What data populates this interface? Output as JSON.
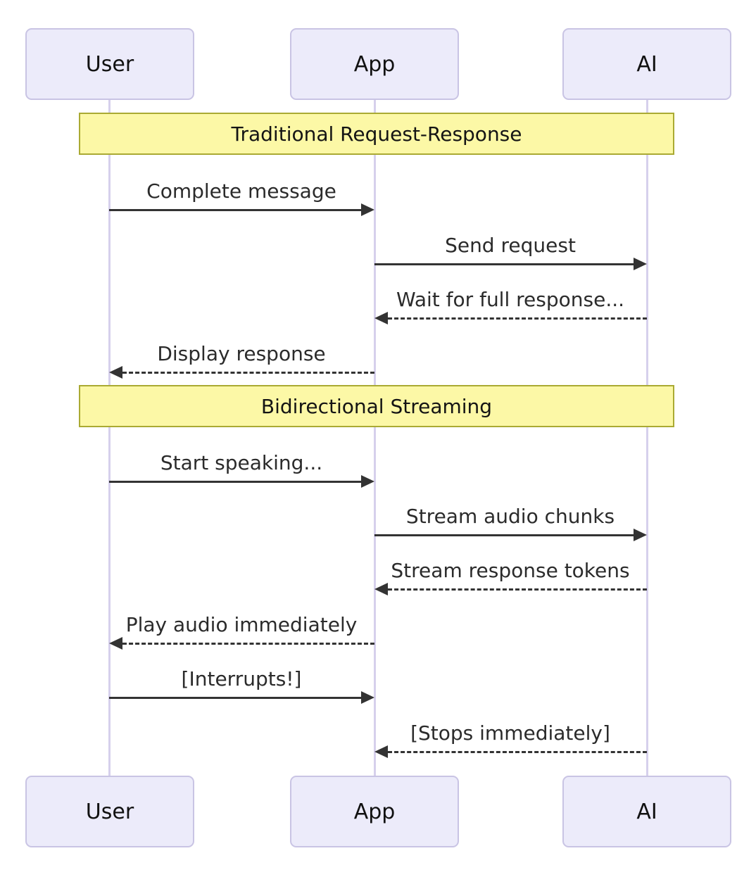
{
  "diagram_type": "sequence-diagram",
  "actors": [
    {
      "name": "User"
    },
    {
      "name": "App"
    },
    {
      "name": "AI"
    }
  ],
  "sections": [
    {
      "title": "Traditional Request-Response"
    },
    {
      "title": "Bidirectional Streaming"
    }
  ],
  "messages": [
    {
      "from": "User",
      "to": "App",
      "label": "Complete message",
      "style": "solid"
    },
    {
      "from": "App",
      "to": "AI",
      "label": "Send request",
      "style": "solid"
    },
    {
      "from": "AI",
      "to": "App",
      "label": "Wait for full response...",
      "style": "dashed"
    },
    {
      "from": "App",
      "to": "User",
      "label": "Display response",
      "style": "dashed"
    },
    {
      "from": "User",
      "to": "App",
      "label": "Start speaking...",
      "style": "solid"
    },
    {
      "from": "App",
      "to": "AI",
      "label": "Stream audio chunks",
      "style": "solid"
    },
    {
      "from": "AI",
      "to": "App",
      "label": "Stream response tokens",
      "style": "dashed"
    },
    {
      "from": "App",
      "to": "User",
      "label": "Play audio immediately",
      "style": "dashed"
    },
    {
      "from": "User",
      "to": "App",
      "label": "[Interrupts!]",
      "style": "solid"
    },
    {
      "from": "AI",
      "to": "App",
      "label": "[Stops immediately]",
      "style": "dashed"
    }
  ],
  "colors": {
    "actor-fill": "#ECEBFA",
    "actor-border": "#C9C4E4",
    "lifeline": "#D6D0EC",
    "note-fill": "#FCF8A6",
    "note-border": "#AAAA33",
    "arrow": "#333333"
  }
}
